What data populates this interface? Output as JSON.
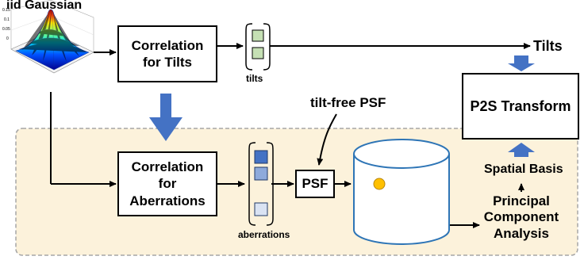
{
  "input_title": "iid Gaussian",
  "surface_plot": {
    "z_ticks": [
      "0.15",
      "0.1",
      "0.05",
      "0"
    ],
    "colormap": "jet"
  },
  "boxes": {
    "corr_tilts": "Correlation\nfor Tilts",
    "corr_aberr": "Correlation\nfor\nAberrations",
    "psf": "PSF",
    "p2s": "P2S Transform"
  },
  "labels": {
    "tilts_stack": "tilts",
    "aberrations_stack": "aberrations",
    "tilts_out": "Tilts",
    "tilt_free_psf": "tilt-free PSF",
    "spatial_basis": "Spatial Basis",
    "pca": "Principal\nComponent\nAnalysis"
  },
  "colors": {
    "panel_fill": "#fcf2db",
    "panel_border": "#a6a6a6",
    "accent_blue": "#4472c4",
    "tilt_cell": "#c5e0b4",
    "aberr_cell_dark": "#4472c4",
    "aberr_cell_mid": "#8eaadb",
    "aberr_cell_light": "#dae3f3",
    "cylinder_stroke": "#2e75b6",
    "dot_fill": "#ffc000"
  }
}
